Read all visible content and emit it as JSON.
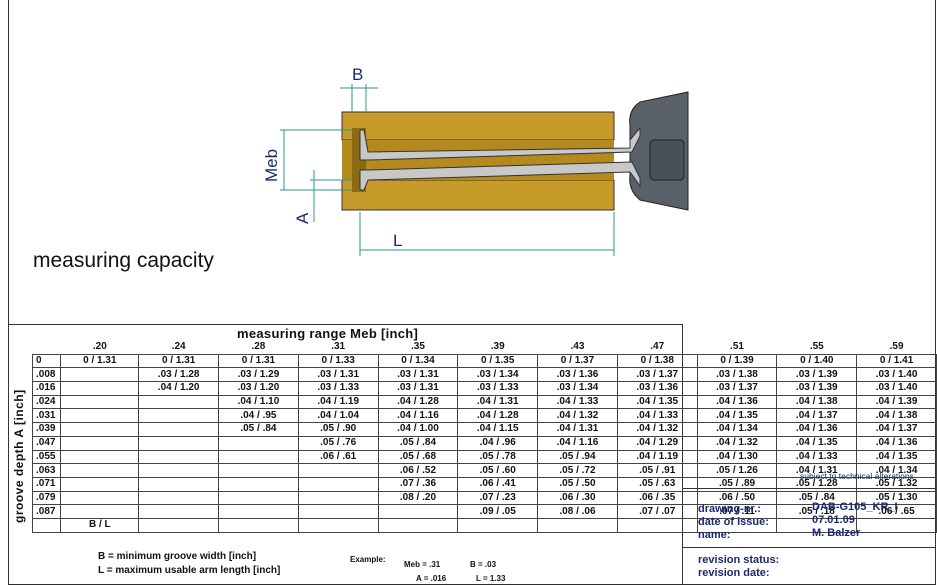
{
  "caption": "measuring capacity",
  "drawing_labels": {
    "b": "B",
    "meb": "Meb",
    "a": "A",
    "l": "L"
  },
  "table": {
    "title": "measuring range   Meb   [inch]",
    "axis_label": "groove depth   A   [inch]",
    "columns": [
      ".20",
      ".24",
      ".28",
      ".31",
      ".35",
      ".39",
      ".43",
      ".47",
      ".51",
      ".55",
      ".59"
    ],
    "rows": [
      {
        "depth": "0",
        "cells": [
          "0 / 1.31",
          "0 / 1.31",
          "0 / 1.31",
          "0 / 1.33",
          "0 / 1.34",
          "0 / 1.35",
          "0 / 1.37",
          "0 / 1.38",
          "0 / 1.39",
          "0 / 1.40",
          "0 / 1.41"
        ]
      },
      {
        "depth": ".008",
        "cells": [
          "",
          ".03 / 1.28",
          ".03 / 1.29",
          ".03 / 1.31",
          ".03 / 1.31",
          ".03 / 1.34",
          ".03 / 1.36",
          ".03 / 1.37",
          ".03 / 1.38",
          ".03 / 1.39",
          ".03 / 1.40"
        ]
      },
      {
        "depth": ".016",
        "cells": [
          "",
          ".04 / 1.20",
          ".03 / 1.20",
          ".03 / 1.33",
          ".03 / 1.31",
          ".03 / 1.33",
          ".03 / 1.34",
          ".03 / 1.36",
          ".03 / 1.37",
          ".03 / 1.39",
          ".03 / 1.40"
        ]
      },
      {
        "depth": ".024",
        "cells": [
          "",
          "",
          ".04 / 1.10",
          ".04 / 1.19",
          ".04 / 1.28",
          ".04 / 1.31",
          ".04 / 1.33",
          ".04 / 1.35",
          ".04 / 1.36",
          ".04 / 1.38",
          ".04 / 1.39"
        ]
      },
      {
        "depth": ".031",
        "cells": [
          "",
          "",
          ".04 / .95",
          ".04 / 1.04",
          ".04 / 1.16",
          ".04 / 1.28",
          ".04 / 1.32",
          ".04 / 1.33",
          ".04 / 1.35",
          ".04 / 1.37",
          ".04 / 1.38"
        ]
      },
      {
        "depth": ".039",
        "cells": [
          "",
          "",
          ".05 / .84",
          ".05 / .90",
          ".04 / 1.00",
          ".04 / 1.15",
          ".04 / 1.31",
          ".04 / 1.32",
          ".04 / 1.34",
          ".04 / 1.36",
          ".04 / 1.37"
        ]
      },
      {
        "depth": ".047",
        "cells": [
          "",
          "",
          "",
          ".05 / .76",
          ".05 / .84",
          ".04 / .96",
          ".04 / 1.16",
          ".04 / 1.29",
          ".04 / 1.32",
          ".04 / 1.35",
          ".04 / 1.36"
        ]
      },
      {
        "depth": ".055",
        "cells": [
          "",
          "",
          "",
          ".06 / .61",
          ".05 / .68",
          ".05 / .78",
          ".05 / .94",
          ".04 / 1.19",
          ".04 / 1.30",
          ".04 / 1.33",
          ".04 / 1.35"
        ]
      },
      {
        "depth": ".063",
        "cells": [
          "",
          "",
          "",
          "",
          ".06 / .52",
          ".05 / .60",
          ".05 / .72",
          ".05 / .91",
          ".05 / 1.26",
          ".04 / 1.31",
          ".04 / 1.34"
        ]
      },
      {
        "depth": ".071",
        "cells": [
          "",
          "",
          "",
          "",
          ".07 / .36",
          ".06 / .41",
          ".05 / .50",
          ".05 / .63",
          ".05 / .89",
          ".05 / 1.28",
          ".05 / 1.32"
        ]
      },
      {
        "depth": ".079",
        "cells": [
          "",
          "",
          "",
          "",
          ".08 / .20",
          ".07 / .23",
          ".06 / .30",
          ".06 / .35",
          ".06 / .50",
          ".05 / .84",
          ".05 / 1.30"
        ]
      },
      {
        "depth": ".087",
        "cells": [
          "",
          "",
          "",
          "",
          "",
          ".09 / .05",
          ".08 / .06",
          ".07 / .07",
          ".07 / .11",
          ".05 / .18",
          ".06 / .65"
        ]
      },
      {
        "depth": "",
        "cells": [
          "",
          "",
          "",
          "",
          "",
          "",
          "",
          "",
          "",
          "",
          ""
        ]
      }
    ],
    "footer_cell": "B / L"
  },
  "legend": {
    "b": "B = minimum groove width [inch]",
    "l": "L = maximum usable arm length [inch]"
  },
  "example": {
    "label": "Example:",
    "meb": "Meb = .31",
    "b": "B = .03",
    "a": "A = .016",
    "l": "L = 1.33"
  },
  "notice": "subject to technical alterations",
  "meta": {
    "drawing_nr_label": "drawing-nr.:",
    "drawing_nr": "DAB-G105_KR_I",
    "date_label": "date of issue:",
    "date": "07.01.09",
    "name_label": "name:",
    "name": "M. Balzer",
    "revision_status_label": "revision status:",
    "revision_date_label": "revision date:"
  },
  "colors": {
    "wood": "#c9a227",
    "metal": "#c9c9c9",
    "dim": "#2a9a8a",
    "text_blue": "#1a2a6c"
  }
}
